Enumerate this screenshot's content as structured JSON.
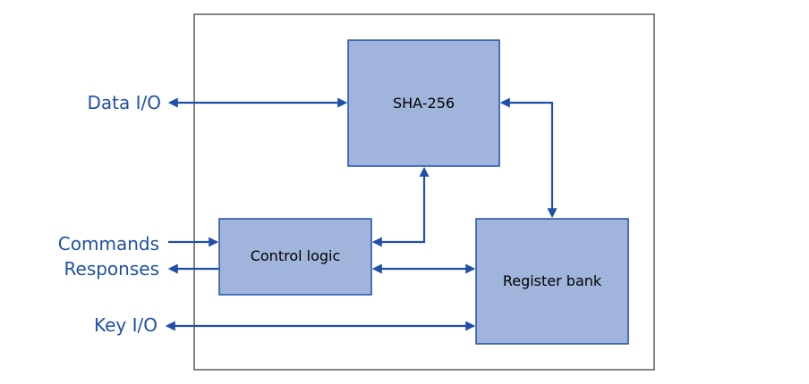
{
  "colors": {
    "block_fill": "#a0b4dc",
    "block_stroke": "#1f4fa8",
    "connector": "#1f4fa8",
    "port_text": "#1f4fa8",
    "frame": "#333333"
  },
  "blocks": {
    "sha": "SHA-256",
    "control": "Control logic",
    "register": "Register bank"
  },
  "ports": {
    "data_io": "Data I/O",
    "commands": "Commands",
    "responses": "Responses",
    "key_io": "Key I/O"
  }
}
